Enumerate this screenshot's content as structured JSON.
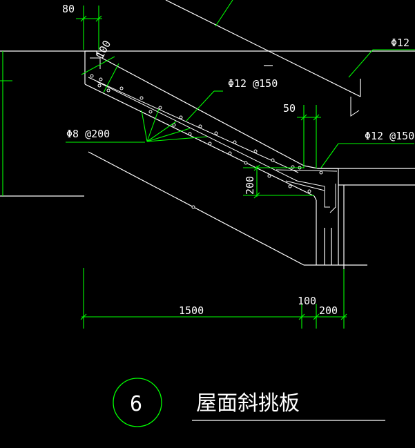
{
  "drawing": {
    "colors": {
      "background": "#000000",
      "outline": "#ffffff",
      "dimension": "#00ff00"
    },
    "dimensions": {
      "top_80": "80",
      "thickness_100": "100",
      "d_50": "50",
      "h_200": "200",
      "span_1500": "1500",
      "d_100": "100",
      "d_200": "200"
    },
    "rebar_labels": {
      "top_right": "Φ12 @",
      "mid": "Φ12 @150",
      "left": "Φ8 @200",
      "right": "Φ12 @150"
    },
    "detail": {
      "number": "6",
      "title": "屋面斜挑板"
    }
  }
}
